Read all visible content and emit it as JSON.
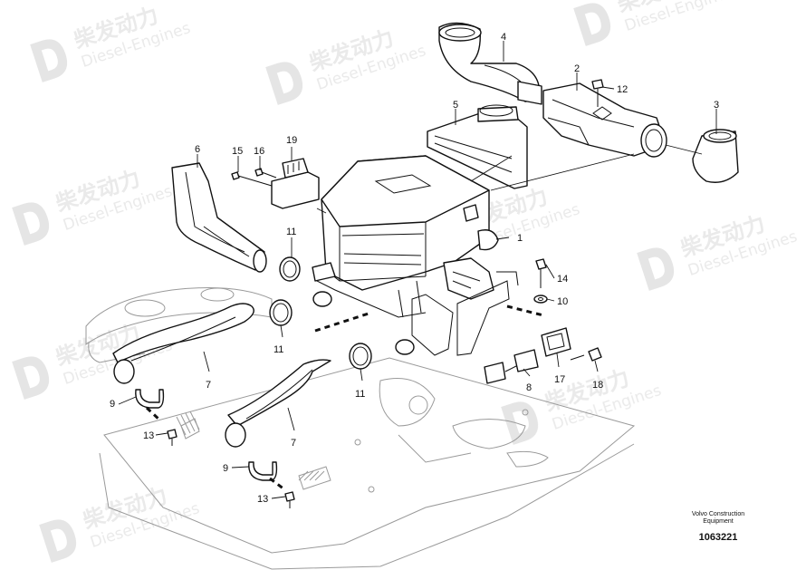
{
  "watermark": {
    "brand_cn": "柴发动力",
    "brand_en": "Diesel-Engines"
  },
  "callouts": [
    {
      "id": "c1",
      "label": "1"
    },
    {
      "id": "c2",
      "label": "2"
    },
    {
      "id": "c3",
      "label": "3"
    },
    {
      "id": "c4",
      "label": "4"
    },
    {
      "id": "c5",
      "label": "5"
    },
    {
      "id": "c6",
      "label": "6"
    },
    {
      "id": "c7a",
      "label": "7"
    },
    {
      "id": "c7b",
      "label": "7"
    },
    {
      "id": "c8",
      "label": "8"
    },
    {
      "id": "c9a",
      "label": "9"
    },
    {
      "id": "c9b",
      "label": "9"
    },
    {
      "id": "c10",
      "label": "10"
    },
    {
      "id": "c11a",
      "label": "11"
    },
    {
      "id": "c11b",
      "label": "11"
    },
    {
      "id": "c11c",
      "label": "11"
    },
    {
      "id": "c12",
      "label": "12"
    },
    {
      "id": "c13a",
      "label": "13"
    },
    {
      "id": "c13b",
      "label": "13"
    },
    {
      "id": "c14",
      "label": "14"
    },
    {
      "id": "c15",
      "label": "15"
    },
    {
      "id": "c16",
      "label": "16"
    },
    {
      "id": "c17",
      "label": "17"
    },
    {
      "id": "c18",
      "label": "18"
    },
    {
      "id": "c19",
      "label": "19"
    }
  ],
  "footer": {
    "line1": "Volvo Construction",
    "line2": "Equipment",
    "drawing_number": "1063221"
  }
}
